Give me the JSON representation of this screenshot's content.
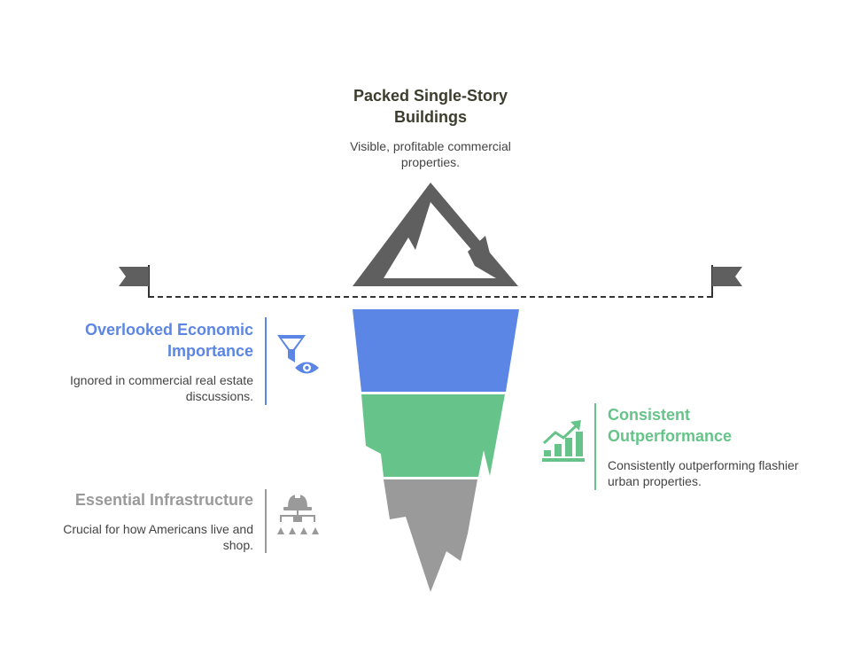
{
  "colors": {
    "dark": "#5f5f5f",
    "title_dark": "#3d3d2e",
    "blue": "#5b86e5",
    "green": "#66c48a",
    "gray": "#9a9a9a",
    "text": "#444444"
  },
  "peak": {
    "title": "Packed Single-Story Buildings",
    "description": "Visible, profitable commercial properties.",
    "icon": "mountain-icon"
  },
  "waterline": {
    "left_flag": "flag-icon",
    "right_flag": "flag-icon"
  },
  "layers": [
    {
      "id": "economic",
      "title": "Overlooked Economic Importance",
      "description": "Ignored in commercial real estate discussions.",
      "icon": "funnel-eye-icon",
      "color": "#5b86e5"
    },
    {
      "id": "performance",
      "title": "Consistent Outperformance",
      "description": "Consistently outperforming flashier urban properties.",
      "icon": "growth-chart-icon",
      "color": "#66c48a"
    },
    {
      "id": "infrastructure",
      "title": "Essential Infrastructure",
      "description": "Crucial for how Americans live and shop.",
      "icon": "hard-hat-hierarchy-icon",
      "color": "#9a9a9a"
    }
  ]
}
